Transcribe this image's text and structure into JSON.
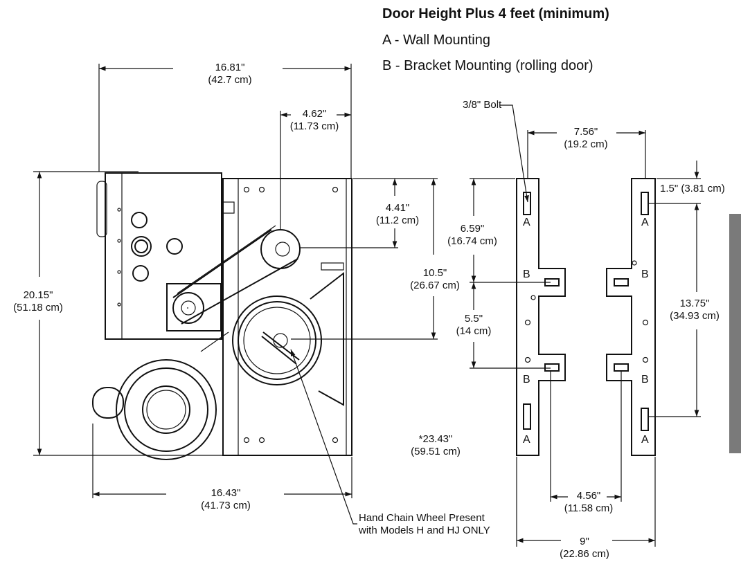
{
  "legend": {
    "title": "Door Height Plus 4 feet (minimum)",
    "a": "A - Wall Mounting",
    "b": "B - Bracket Mounting (rolling door)"
  },
  "dims": {
    "overall_width": {
      "in": "16.81\"",
      "cm": "(42.7 cm)"
    },
    "shaft_offset": {
      "in": "4.62\"",
      "cm": "(11.73 cm)"
    },
    "overall_height": {
      "in": "20.15\"",
      "cm": "(51.18 cm)"
    },
    "shaft_top": {
      "in": "4.41\"",
      "cm": "(11.2 cm)"
    },
    "sprocket_span": {
      "in": "10.5\"",
      "cm": "(26.67 cm)"
    },
    "base_width": {
      "in": "16.43\"",
      "cm": "(41.73 cm)"
    },
    "side_depth": {
      "in": "*23.43\"",
      "cm": "(59.51 cm)"
    },
    "bolt": "3/8\" Bolt",
    "bracket_spacing": {
      "in": "7.56\"",
      "cm": "(19.2 cm)"
    },
    "a_to_b_top": {
      "in": "6.59\"",
      "cm": "(16.74 cm)"
    },
    "b_to_b": {
      "in": "5.5\"",
      "cm": "(14 cm)"
    },
    "slot_top": "1.5\" (3.81 cm)",
    "slot_span": {
      "in": "13.75\"",
      "cm": "(34.93 cm)"
    },
    "slot_offset": {
      "in": "4.56\"",
      "cm": "(11.58 cm)"
    },
    "bracket_width": {
      "in": "9\"",
      "cm": "(22.86 cm)"
    }
  },
  "note": {
    "line1": "Hand Chain Wheel Present",
    "line2": "with Models H and HJ ONLY"
  },
  "markers": {
    "a": "A",
    "b": "B"
  }
}
